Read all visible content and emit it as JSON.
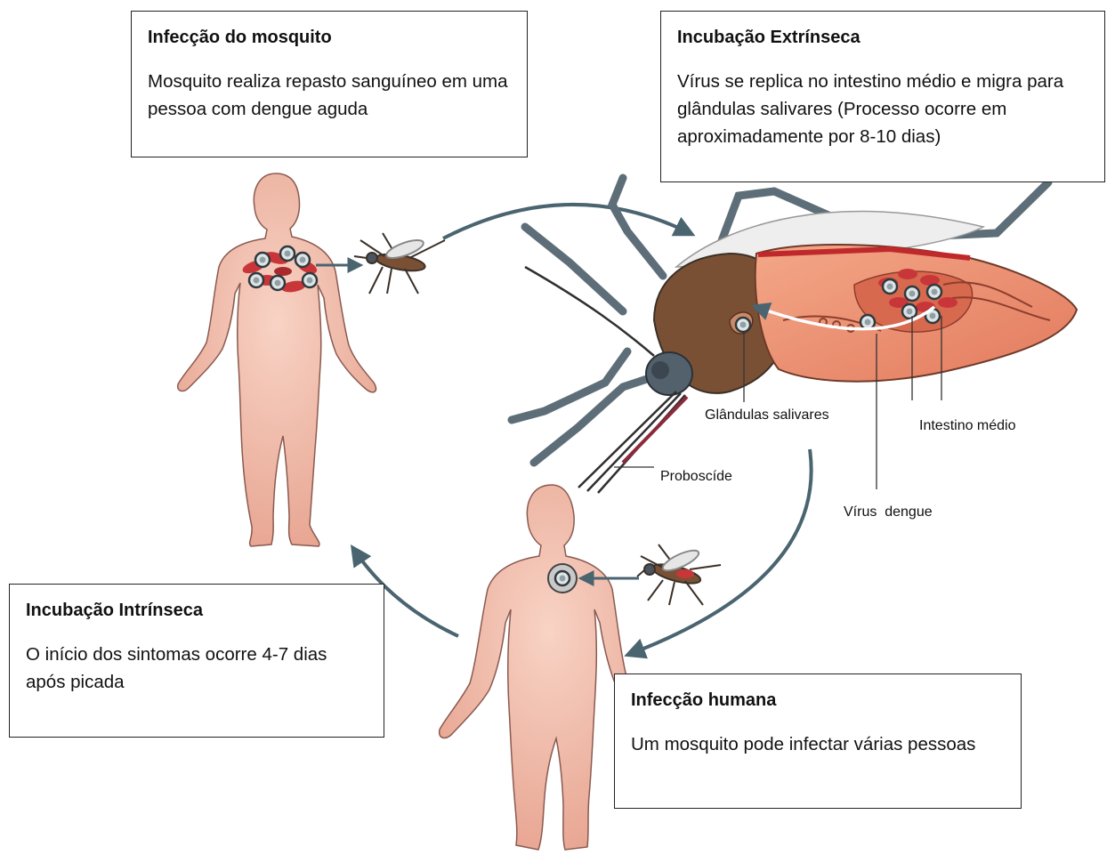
{
  "boxes": {
    "mosquito_infection": {
      "title": "Infecção do mosquito",
      "body": "Mosquito realiza repasto sanguíneo em uma pessoa com dengue aguda"
    },
    "extrinsic_incubation": {
      "title": "Incubação Extrínseca",
      "body": "Vírus se replica no intestino médio e migra para glândulas salivares (Processo ocorre em aproximadamente por 8-10 dias)"
    },
    "intrinsic_incubation": {
      "title": "Incubação Intrínseca",
      "body": "O início dos sintomas ocorre 4-7 dias após picada"
    },
    "human_infection": {
      "title": "Infecção humana",
      "body": "Um mosquito pode infectar várias pessoas"
    }
  },
  "labels": {
    "salivary_glands": "Glândulas salivares",
    "midgut": "Intestino médio",
    "proboscis": "Proboscíde",
    "dengue_virus": "Vírus  dengue"
  },
  "colors": {
    "skin": "#f1b9a8",
    "skin_outline": "#8a5a50",
    "arrow": "#4a6470",
    "red_cell": "#c9363a",
    "mosquito_body": "#7a5035",
    "mosquito_head": "#52616b",
    "gut": "#e8866a"
  }
}
